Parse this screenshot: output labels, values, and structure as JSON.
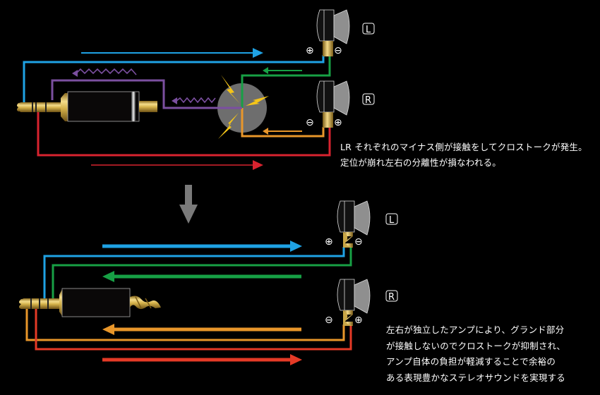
{
  "colors": {
    "background": "#000000",
    "left_plus": "#1fa2e4",
    "left_minus": "#17a045",
    "right_plus": "#d8232f",
    "right_minus": "#e8962a",
    "ground_noise": "#7b4fa0",
    "arrow_gray": "#7a7a7a",
    "gold": "#d4b14a",
    "spark": "#f5c518",
    "contact_circle": "#6e6e6e",
    "bottom_red": "#e53a26"
  },
  "top_panel": {
    "earphone_left_label": "L",
    "earphone_right_label": "R",
    "left_terminals": {
      "plus": "⊕",
      "minus": "⊖"
    },
    "right_terminals": {
      "minus": "⊖",
      "plus": "⊕"
    },
    "caption_lines": [
      "LR それぞれのマイナス側が接触をしてクロストークが発生。",
      "定位が崩れ左右の分離性が損なわれる。"
    ]
  },
  "bottom_panel": {
    "earphone_left_label": "L",
    "earphone_right_label": "R",
    "left_terminals": {
      "plus": "⊕",
      "minus": "⊖"
    },
    "right_terminals": {
      "minus": "⊖",
      "plus": "⊕"
    },
    "caption_lines": [
      "左右が独立したアンプにより、グランド部分",
      "が接触しないのでクロストークが抑制され、",
      "アンプ自体の負担が軽減することで余裕の",
      "ある表現豊かなステレオサウンドを実現する"
    ]
  }
}
